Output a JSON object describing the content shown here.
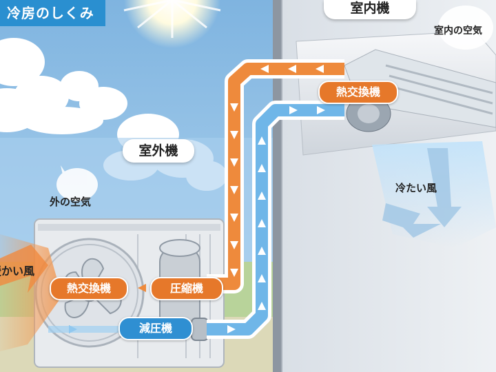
{
  "title": "冷房のしくみ",
  "labels": {
    "outdoor_unit": "室外機",
    "indoor_unit": "室内機",
    "outside_air": "外の空気",
    "indoor_air": "室内の空気",
    "warm_air": "暖かい風",
    "cool_air": "冷たい風"
  },
  "components": {
    "heat_exchanger_outdoor": "熱交換機",
    "compressor": "圧縮機",
    "expansion_valve": "減圧機",
    "heat_exchanger_indoor": "熱交換機"
  },
  "colors": {
    "sky": "#9cc6e8",
    "title_bg": "#2a8fd0",
    "hot_pipe": "#ee8a3c",
    "cold_pipe": "#6fb6e8",
    "orange_label": "#e6782a",
    "blue_label": "#2f8fd2",
    "wall": "#bcc3cc",
    "interior": "#dfe4ea"
  },
  "icons": [
    "sun-icon",
    "cloud-icon",
    "fan-icon",
    "arrow-icon"
  ]
}
